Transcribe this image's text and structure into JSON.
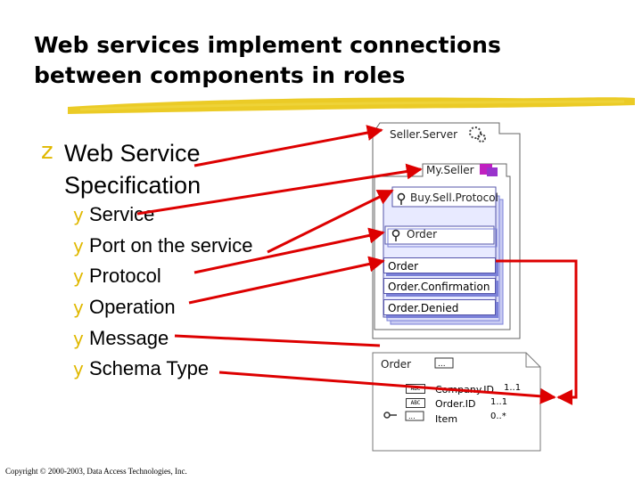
{
  "slide": {
    "title_line1": "Web services implement connections",
    "title_line2": "between components in roles",
    "main_bullet_line1": "Web Service",
    "main_bullet_line2": "Specification",
    "sub_bullets": [
      "Service",
      "Port on the service",
      "Protocol",
      "Operation",
      "Message",
      "Schema Type"
    ],
    "main_marker": "z",
    "sub_marker": "y",
    "copyright": "Copyright © 2000-2003, Data Access Technologies, Inc."
  },
  "diagram": {
    "server_label": "Seller.Server",
    "role_label": "My.Seller",
    "protocol_label": "Buy.Sell.Protocol",
    "operation_label": "Order",
    "messages": [
      "Order",
      "Order.Confirmation",
      "Order.Denied"
    ],
    "schema": {
      "title": "Order",
      "fields": [
        {
          "name": "Company.ID",
          "mult": "1..1",
          "type_icon": "ABC"
        },
        {
          "name": "Order.ID",
          "mult": "1..1",
          "type_icon": "ABC"
        },
        {
          "name": "Item",
          "mult": "0..*",
          "type_icon": "..."
        }
      ]
    }
  },
  "colors": {
    "bullet_marker": "#e0b800",
    "arrows": "#dd0000",
    "brush": "#e8c200",
    "port_box": "#e6e8ff",
    "shadow": "#7a80d8"
  }
}
